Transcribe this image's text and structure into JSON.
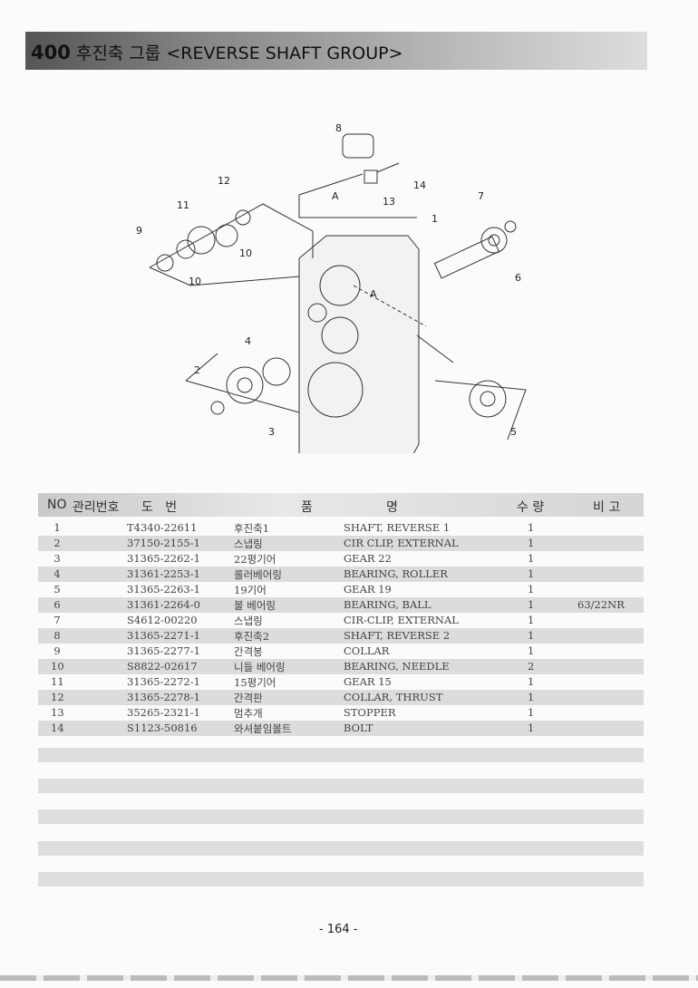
{
  "header": {
    "number": "400",
    "title_ko": "후진축 그룹",
    "title_en": "<REVERSE SHAFT GROUP>"
  },
  "diagram": {
    "callouts": [
      "1",
      "2",
      "3",
      "4",
      "5",
      "6",
      "7",
      "8",
      "9",
      "10",
      "10",
      "11",
      "12",
      "13",
      "14"
    ],
    "view_label": "A",
    "view_label_2": "A"
  },
  "table": {
    "headers": {
      "no": "NO",
      "mgmt": "관리번호",
      "drawing": "도   번",
      "name_a": "품",
      "name_b": "명",
      "qty": "수 량",
      "remark": "비 고"
    },
    "rows": [
      {
        "no": "1",
        "part": "T4340-22611",
        "ko": "후진축1",
        "en": "SHAFT, REVERSE 1",
        "qty": "1",
        "remark": ""
      },
      {
        "no": "2",
        "part": "37150-2155-1",
        "ko": "스냅링",
        "en": "CIR CLIP, EXTERNAL",
        "qty": "1",
        "remark": ""
      },
      {
        "no": "3",
        "part": "31365-2262-1",
        "ko": "22평기어",
        "en": "GEAR 22",
        "qty": "1",
        "remark": ""
      },
      {
        "no": "4",
        "part": "31361-2253-1",
        "ko": "롤러베어링",
        "en": "BEARING, ROLLER",
        "qty": "1",
        "remark": ""
      },
      {
        "no": "5",
        "part": "31365-2263-1",
        "ko": "19기어",
        "en": "GEAR 19",
        "qty": "1",
        "remark": ""
      },
      {
        "no": "6",
        "part": "31361-2264-0",
        "ko": "볼 베어링",
        "en": "BEARING, BALL",
        "qty": "1",
        "remark": "63/22NR"
      },
      {
        "no": "7",
        "part": "S4612-00220",
        "ko": "스냅링",
        "en": "CIR-CLIP, EXTERNAL",
        "qty": "1",
        "remark": ""
      },
      {
        "no": "8",
        "part": "31365-2271-1",
        "ko": "후진축2",
        "en": "SHAFT, REVERSE 2",
        "qty": "1",
        "remark": ""
      },
      {
        "no": "9",
        "part": "31365-2277-1",
        "ko": "간격봉",
        "en": "COLLAR",
        "qty": "1",
        "remark": ""
      },
      {
        "no": "10",
        "part": "S8822-02617",
        "ko": "니들 베어링",
        "en": "BEARING, NEEDLE",
        "qty": "2",
        "remark": ""
      },
      {
        "no": "11",
        "part": "31365-2272-1",
        "ko": "15평기어",
        "en": "GEAR 15",
        "qty": "1",
        "remark": ""
      },
      {
        "no": "12",
        "part": "31365-2278-1",
        "ko": "간격판",
        "en": "COLLAR, THRUST",
        "qty": "1",
        "remark": ""
      },
      {
        "no": "13",
        "part": "35265-2321-1",
        "ko": "멈추개",
        "en": "STOPPER",
        "qty": "1",
        "remark": ""
      },
      {
        "no": "14",
        "part": "S1123-50816",
        "ko": "와셔붙임볼트",
        "en": "BOLT",
        "qty": "1",
        "remark": ""
      }
    ]
  },
  "footer": {
    "page": "- 164 -"
  }
}
